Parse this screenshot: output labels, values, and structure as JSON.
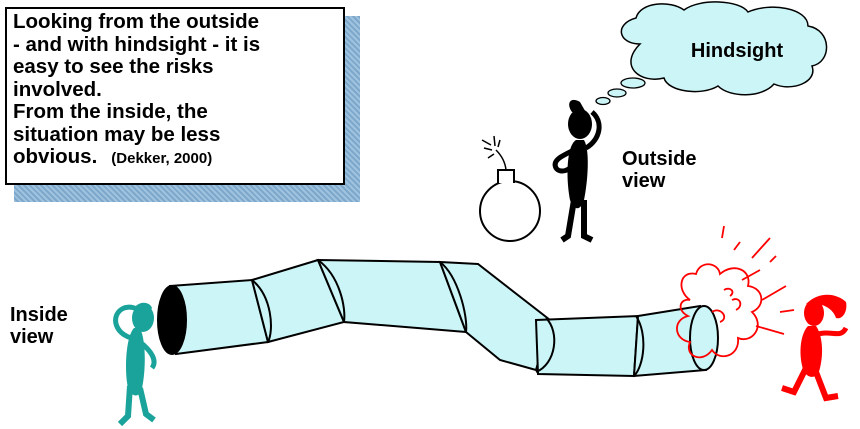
{
  "quote": {
    "lines": [
      "Looking from the outside",
      "- and with hindsight - it is",
      "easy to see the risks",
      "involved.",
      "From the inside, the",
      "situation may be less"
    ],
    "last_line": "obvious.",
    "citation": "(Dekker, 2000)"
  },
  "labels": {
    "hindsight": "Hindsight",
    "outside_view": "Outside\nview",
    "inside_view": "Inside\nview"
  },
  "colors": {
    "pipe_fill": "#ccf5f7",
    "inside_figure": "#1aa39a",
    "outside_figure": "#000000",
    "explosion": "#ff0000",
    "quote_shadow": "#8fb6d6"
  }
}
